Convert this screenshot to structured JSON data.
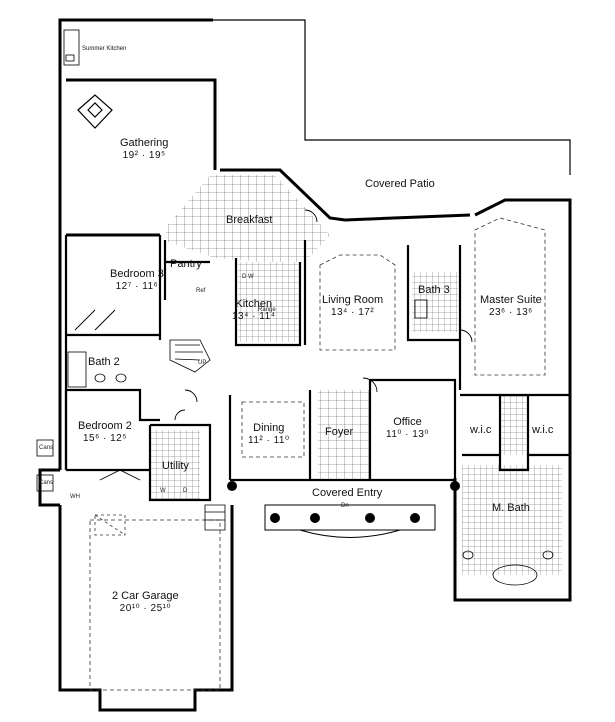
{
  "rooms": {
    "summer_kitchen": {
      "name": "Summer Kitchen"
    },
    "gathering": {
      "name": "Gathering",
      "dims": "19² · 19⁵"
    },
    "covered_patio": {
      "name": "Covered Patio"
    },
    "breakfast": {
      "name": "Breakfast"
    },
    "bedroom3": {
      "name": "Bedroom 3",
      "dims": "12⁷ · 11⁶"
    },
    "pantry": {
      "name": "Pantry"
    },
    "kitchen": {
      "name": "Kitchen",
      "dims": "13⁴ · 11⁴"
    },
    "living_room": {
      "name": "Living Room",
      "dims": "13⁴ · 17²"
    },
    "bath3": {
      "name": "Bath 3"
    },
    "master_suite": {
      "name": "Master Suite",
      "dims": "23⁶ · 13⁶"
    },
    "bath2": {
      "name": "Bath 2"
    },
    "bedroom2": {
      "name": "Bedroom 2",
      "dims": "15⁶ · 12⁵"
    },
    "dining": {
      "name": "Dining",
      "dims": "11² · 11⁰"
    },
    "foyer": {
      "name": "Foyer"
    },
    "office": {
      "name": "Office",
      "dims": "11⁰ · 13⁰"
    },
    "wic_left": {
      "name": "w.i.c"
    },
    "wic_right": {
      "name": "w.i.c"
    },
    "utility": {
      "name": "Utility"
    },
    "covered_entry": {
      "name": "Covered Entry"
    },
    "m_bath": {
      "name": "M. Bath"
    },
    "garage": {
      "name": "2 Car Garage",
      "dims": "20¹⁰ · 25¹⁰"
    }
  },
  "fixtures": {
    "dw": "D W",
    "ref": "Ref",
    "range": "Range",
    "up": "UP",
    "dn": "Dn",
    "wh": "WH",
    "washer": "W",
    "dryer": "D",
    "cans": "Cans"
  }
}
